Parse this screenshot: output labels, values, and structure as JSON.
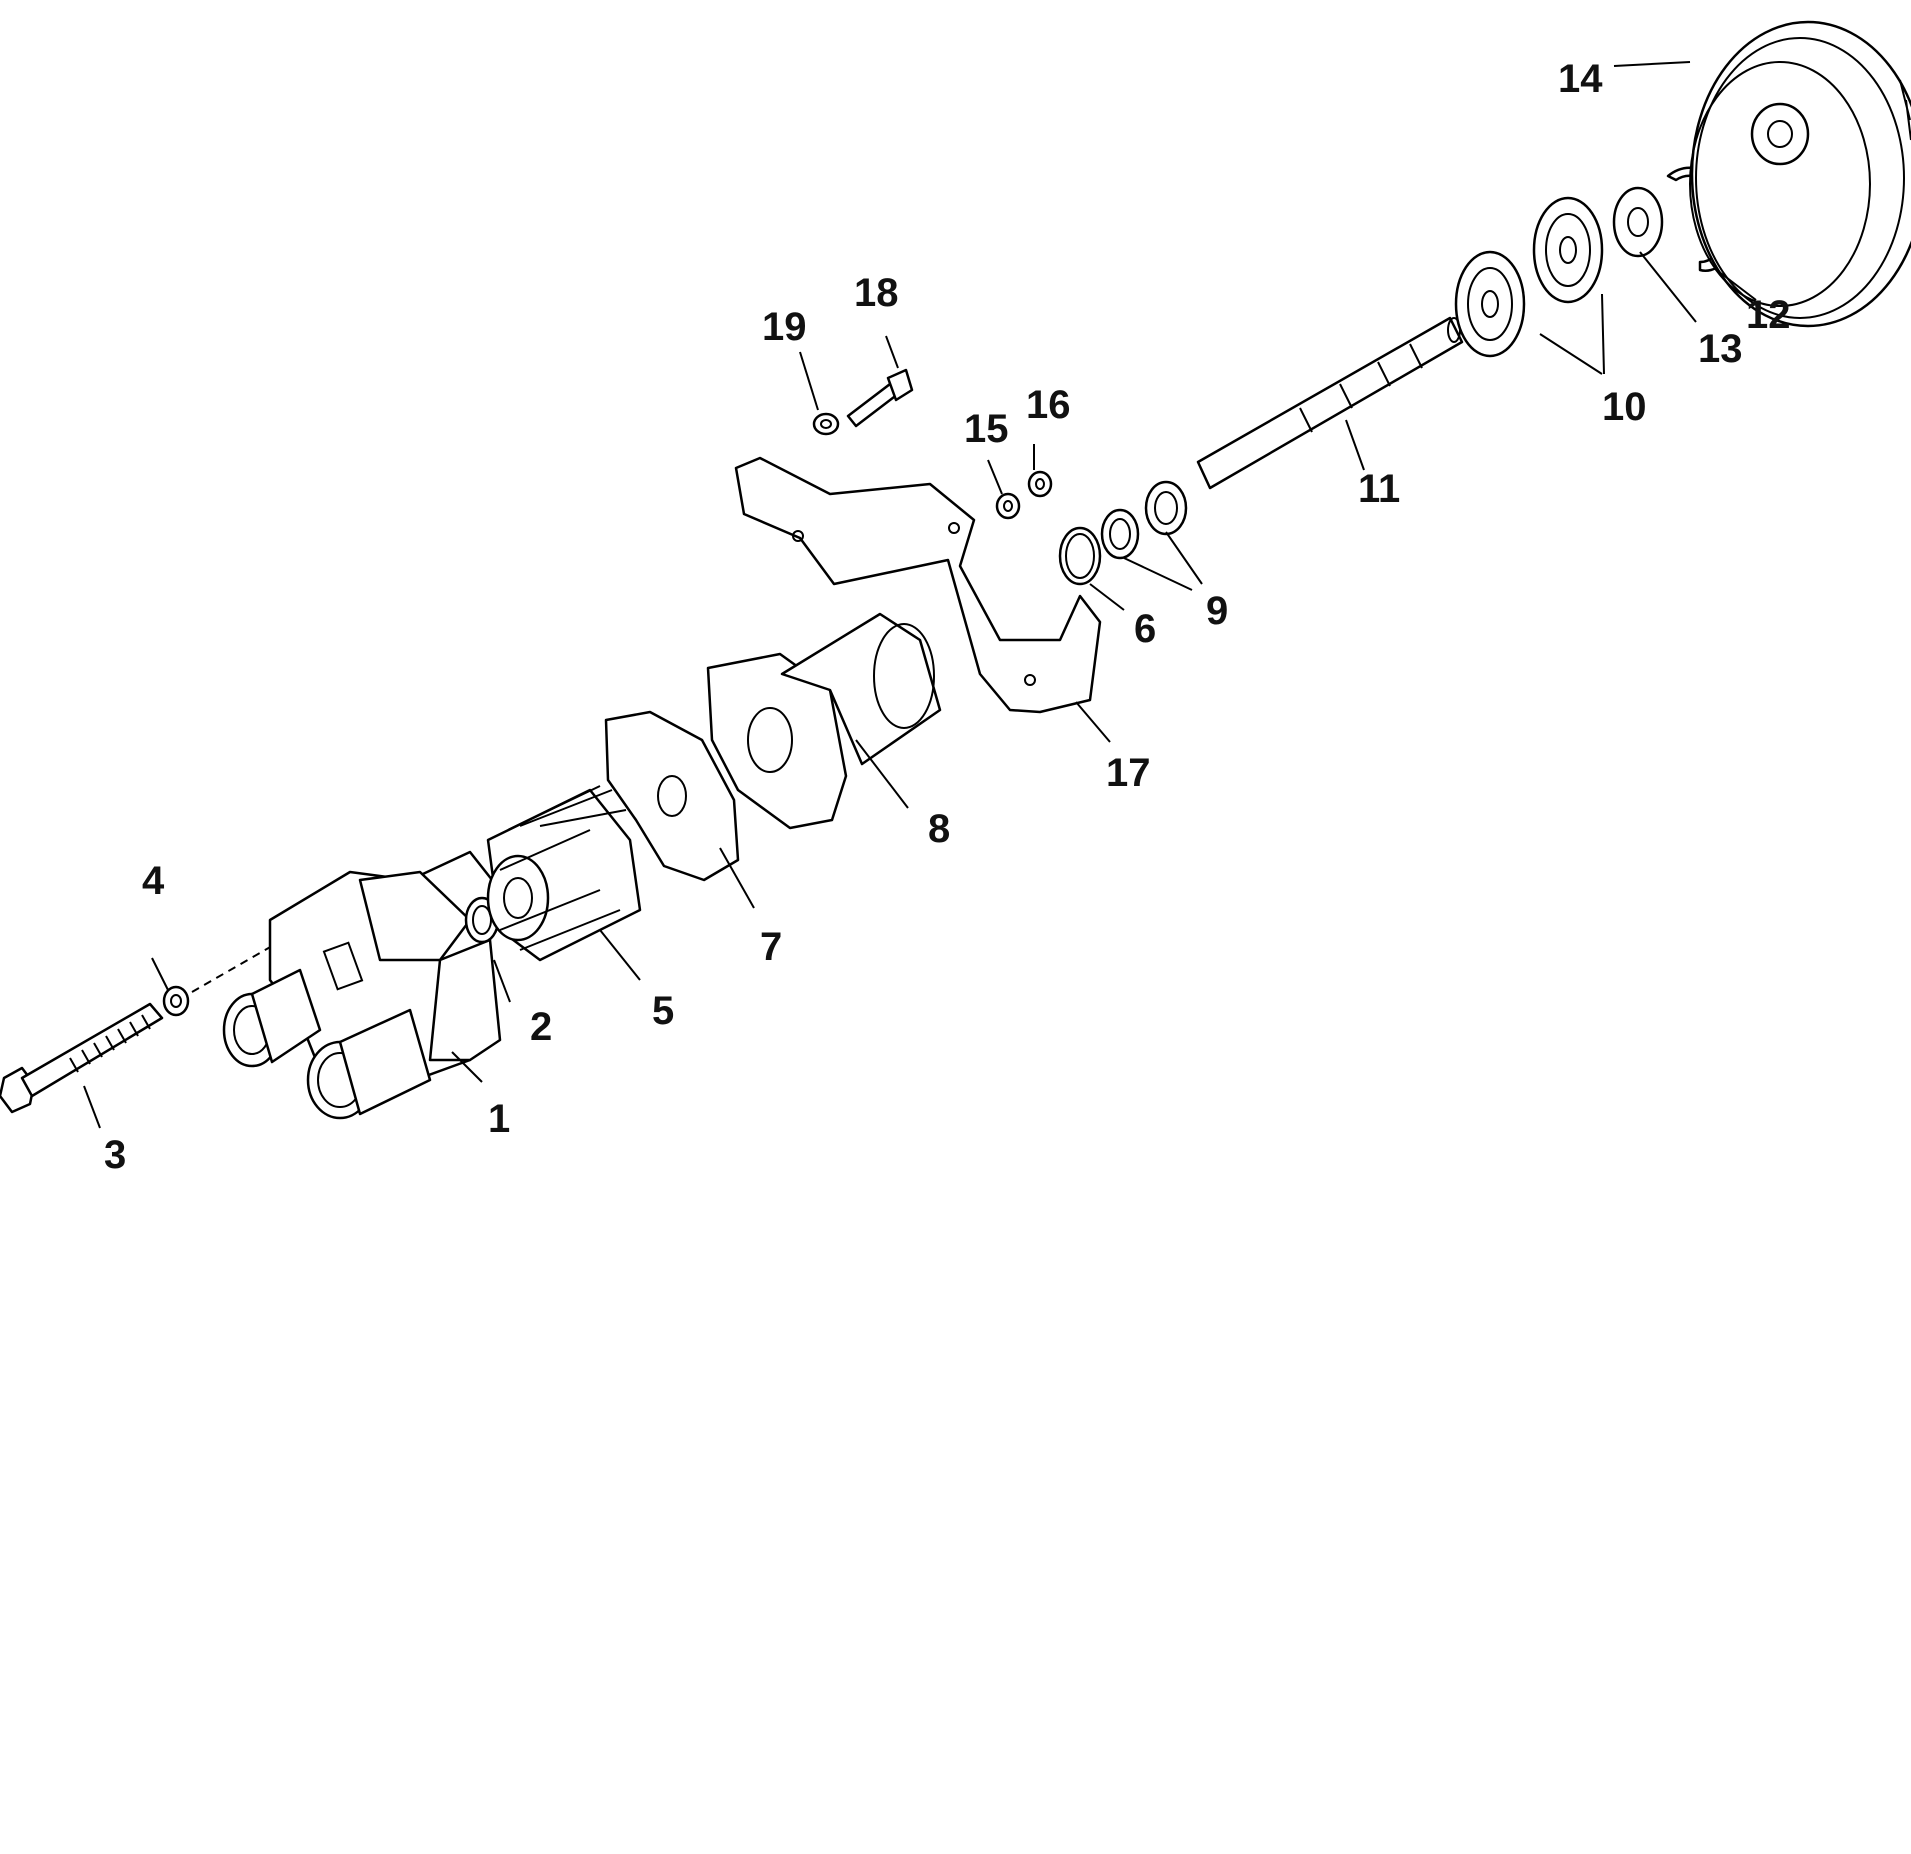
{
  "callouts": {
    "c1": "1",
    "c2": "2",
    "c3": "3",
    "c4": "4",
    "c5": "5",
    "c6": "6",
    "c7": "7",
    "c8": "8",
    "c9": "9",
    "c10": "10",
    "c11": "11",
    "c12": "12",
    "c13": "13",
    "c14": "14",
    "c15": "15",
    "c16": "16",
    "c17": "17",
    "c18": "18",
    "c19": "19"
  },
  "colors": {
    "line": "#000000",
    "background": "#ffffff",
    "text": "#111111"
  }
}
